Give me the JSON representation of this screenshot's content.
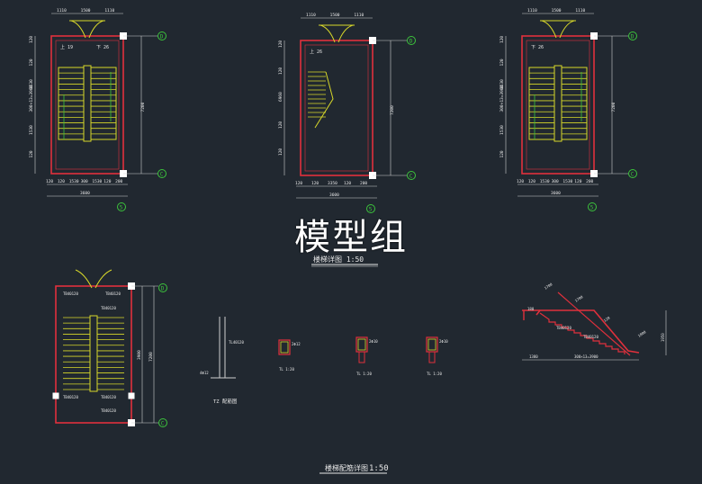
{
  "watermark": "模型组",
  "colors": {
    "background": "#212830",
    "wall": "#e0303c",
    "stair": "#d8d82a",
    "dim": "#cfcfcf",
    "grid_bubble": "#3cc43c",
    "column": "#ffffff",
    "text": "#e8e8e8"
  },
  "plans": [
    {
      "dims_top": [
        "1110",
        "1500",
        "1110"
      ],
      "dims_side": [
        "120",
        "120",
        "1530",
        "300×13=3900",
        "1530",
        "120"
      ],
      "dims_bottom_1": [
        "120",
        "120",
        "1530",
        "300",
        "1530",
        "120",
        "200"
      ],
      "dims_bottom_2": "3600",
      "dim_total": "7200",
      "labels": [
        "上 19",
        "下 26"
      ],
      "axis_right": [
        "D",
        "C"
      ],
      "axis_bottom": "5"
    },
    {
      "dims_top": [
        "1110",
        "1500",
        "1110"
      ],
      "dims_side": [
        "120",
        "120",
        "6960",
        "120",
        "120"
      ],
      "dims_bottom_1": [
        "120",
        "120",
        "3350",
        "120",
        "200"
      ],
      "dims_bottom_2": "3600",
      "dim_total": "7200",
      "labels": [
        "上 26"
      ],
      "axis_right": [
        "D",
        "C"
      ],
      "axis_bottom": "5"
    },
    {
      "dims_top": [
        "1110",
        "1500",
        "1110"
      ],
      "dims_side": [
        "120",
        "120",
        "1530",
        "300×13=3900",
        "1530",
        "120"
      ],
      "dims_bottom_1": [
        "120",
        "120",
        "1530",
        "300",
        "1530",
        "120",
        "200"
      ],
      "dims_bottom_2": "3600",
      "dim_total": "7200",
      "labels": [
        "下 26"
      ],
      "axis_right": [
        "D",
        "C"
      ],
      "axis_bottom": "5"
    }
  ],
  "plan_title": "楼梯详图  1:50",
  "lower_plan": {
    "axis": [
      "D",
      "C"
    ],
    "dim_total": "7200",
    "dim_mid": "3900",
    "tags": [
      "TB40120",
      "TB40120",
      "TB40120",
      "TB40120",
      "TB40120",
      "TB40120"
    ]
  },
  "column_detail": {
    "caption": "TZ 配筋图",
    "tag_top": "TL40120",
    "tag_side": "4Φ12"
  },
  "sections": [
    {
      "caption": "TL 1:20",
      "tag": "2Φ12"
    },
    {
      "caption": "TL 1:20",
      "tag": "2Φ10"
    },
    {
      "caption": "TL 1:20",
      "tag": "2Φ10"
    }
  ],
  "stair_section": {
    "dims": [
      "1700",
      "1700",
      "120",
      "180",
      "1800"
    ],
    "dim_bottom": [
      "1380",
      "300×13=3900"
    ],
    "dim_right": "1950",
    "tags": [
      "TB40120",
      "TB40120"
    ]
  },
  "bottom_title": {
    "main": "楼梯配筋详图",
    "scale": "1:50"
  }
}
